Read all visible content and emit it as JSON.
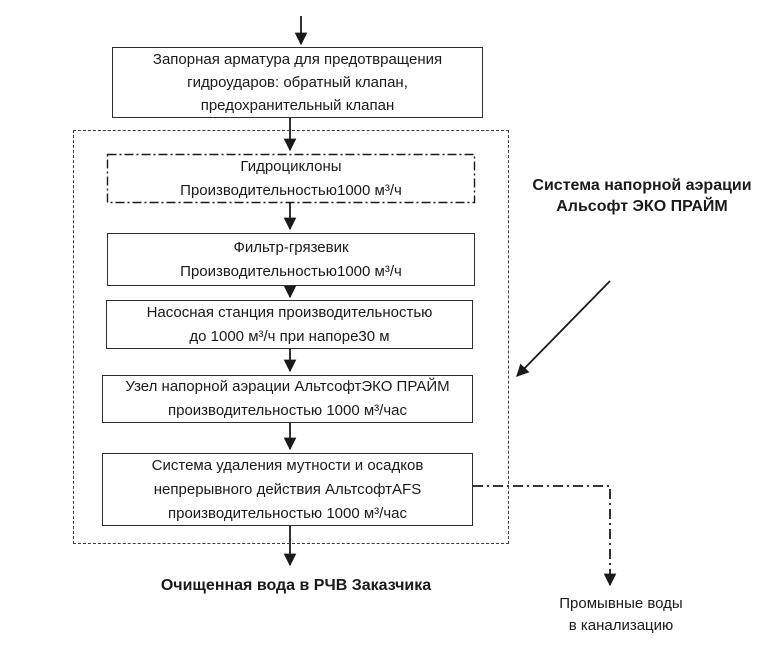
{
  "diagram": {
    "boxes": [
      {
        "name": "valve-box",
        "lines": [
          "Запорная арматура для предотвращения",
          "гидроударов: обратный клапан,",
          "предохранительный клапан"
        ]
      },
      {
        "name": "hydrocyclones-box",
        "lines": [
          "Гидроциклоны",
          "Производительностью1000 м³/ч"
        ]
      },
      {
        "name": "strainer-box",
        "lines": [
          "Фильтр-грязевик",
          "Производительностью1000 м³/ч"
        ]
      },
      {
        "name": "pump-station-box",
        "lines": [
          "Насосная станция производительностью",
          "до 1000 м³/ч при напоре30 м"
        ]
      },
      {
        "name": "aeration-unit-box",
        "lines": [
          "Узел напорной аэрации АльтсофтЭКО ПРАЙМ",
          "производительностью 1000 м³/час"
        ]
      },
      {
        "name": "turbidity-removal-box",
        "lines": [
          "Система удаления мутности и осадков",
          "непрерывного действия АльтсофтAFS",
          "производительностью 1000 м³/час"
        ]
      }
    ],
    "side_label": {
      "lines": [
        "Система напорной аэрации",
        "Альсофт ЭКО ПРАЙМ"
      ]
    },
    "output_label": "Очищенная вода в РЧВ Заказчика",
    "drain_label": {
      "lines": [
        "Промывные воды",
        "в канализацию"
      ]
    },
    "colors": {
      "line": "#1a1a1a",
      "border": "#2d2d2d",
      "boundary_border": "#3c3c3c",
      "text": "#1a1a1a",
      "background": "#ffffff"
    }
  }
}
